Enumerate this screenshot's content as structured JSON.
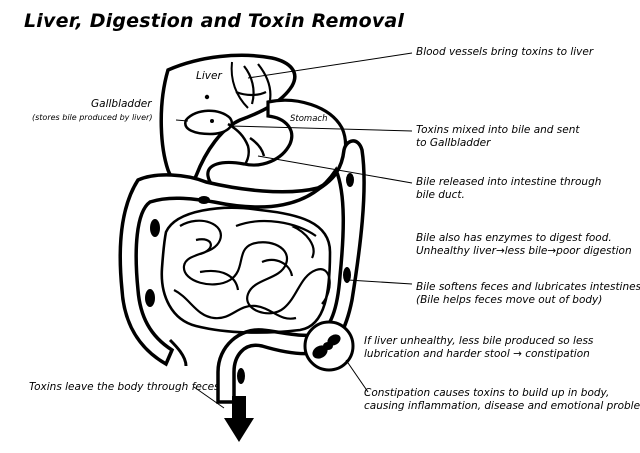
{
  "title": "Liver, Digestion and Toxin Removal",
  "labels": {
    "liver": "Liver",
    "stomach": "Stomach",
    "gallbladder": "Gallbladder",
    "gallbladder_note": "(stores bile produced by liver)"
  },
  "annotations": [
    {
      "lines": [
        "Blood vessels bring toxins to liver"
      ]
    },
    {
      "lines": [
        "Toxins mixed into bile and sent",
        "to Gallbladder"
      ]
    },
    {
      "lines": [
        "Bile released into intestine through",
        "bile duct."
      ]
    },
    {
      "lines": [
        "Bile also has enzymes to digest food.",
        "Unhealthy liver→less bile→poor digestion"
      ]
    },
    {
      "lines": [
        "Bile softens feces and lubricates intestines",
        "(Bile helps feces move out of body)"
      ]
    },
    {
      "lines": [
        "If liver unhealthy, less bile produced so less",
        "lubrication and harder stool → constipation"
      ]
    },
    {
      "lines": [
        "Constipation causes toxins to build up in body,",
        "causing inflammation, disease and emotional problems"
      ]
    },
    {
      "lines": [
        "Toxins leave the body through feces"
      ]
    }
  ]
}
